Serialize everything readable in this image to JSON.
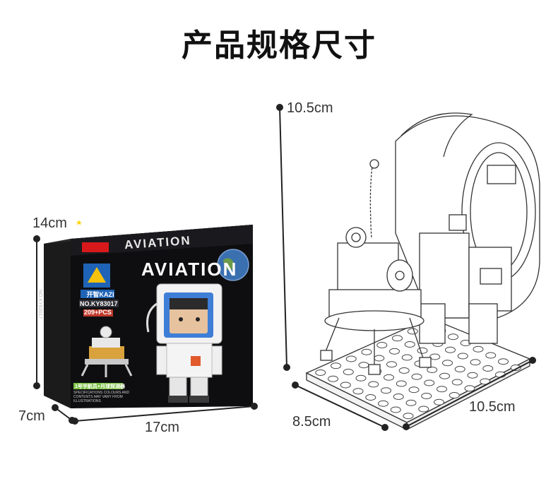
{
  "page": {
    "title": "产品规格尺寸"
  },
  "box": {
    "height_label": "14cm",
    "width_label": "17cm",
    "depth_label": "7cm",
    "brand_name": "开智KAZI",
    "series_top": "AVIATION",
    "series_main": "AVIATION",
    "model_no": "NO.KY83017",
    "pieces": "209+PCS",
    "side_model": "NO.KY83017",
    "caption": "1号宇航员+月球探测器",
    "disclaimer": "SPECIFICATIONS COLOURS AND CONTENTS MAY VARY FROM ILLUSTRATIONS"
  },
  "model": {
    "height_label": "10.5cm",
    "depth_label": "8.5cm",
    "width_label": "10.5cm"
  }
}
